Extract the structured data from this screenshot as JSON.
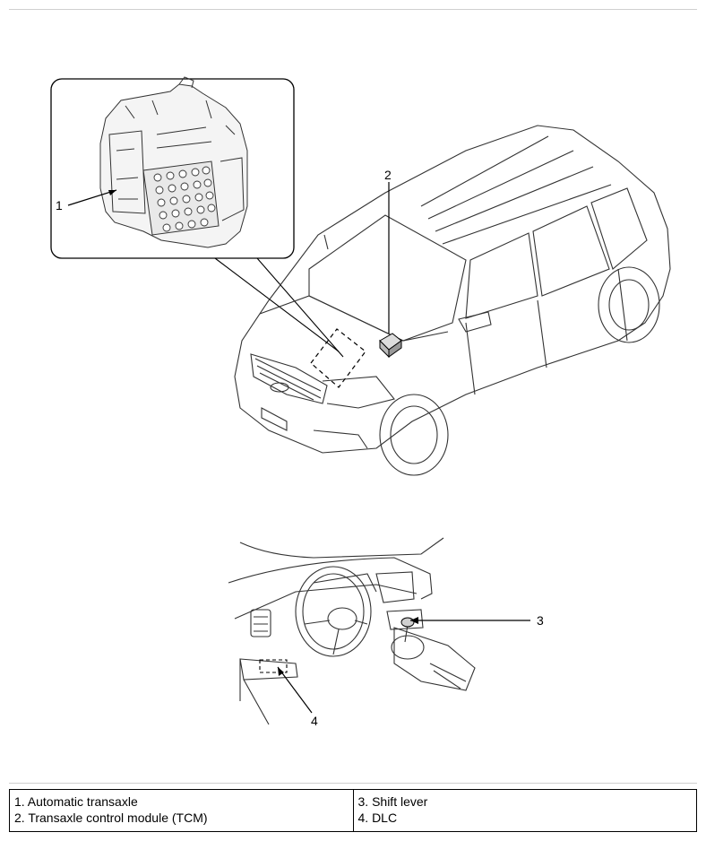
{
  "callouts": {
    "c1": "1",
    "c2": "2",
    "c3": "3",
    "c4": "4"
  },
  "legend": {
    "items": [
      "1. Automatic transaxle",
      "2. Transaxle control module (TCM)",
      "3. Shift lever",
      "4. DLC"
    ]
  },
  "colors": {
    "line": "#000000",
    "light_line": "#555555",
    "frame": "#cfcfcf"
  }
}
